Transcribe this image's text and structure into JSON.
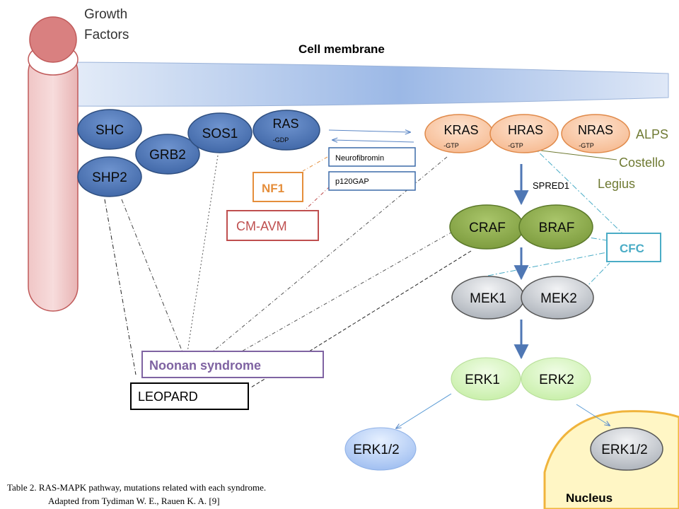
{
  "receptor": {
    "line1": "Growth",
    "line2": "Factors"
  },
  "membrane_label": "Cell membrane",
  "adaptors": {
    "shc": "SHC",
    "shp2": "SHP2",
    "grb2": "GRB2",
    "sos1": "SOS1",
    "ras": "RAS",
    "ras_sub": "-GDP"
  },
  "gaps": {
    "neurofibromin": "Neurofibromin",
    "p120gap": "p120GAP"
  },
  "ras_isoforms": [
    {
      "name": "KRAS",
      "sub": "-GTP"
    },
    {
      "name": "HRAS",
      "sub": "-GTP"
    },
    {
      "name": "NRAS",
      "sub": "-GTP"
    }
  ],
  "spred": "SPRED1",
  "rafs": {
    "craf": "CRAF",
    "braf": "BRAF"
  },
  "meks": {
    "mek1": "MEK1",
    "mek2": "MEK2"
  },
  "erks": {
    "erk1": "ERK1",
    "erk2": "ERK2",
    "erk12_cyto": "ERK1/2",
    "erk12_nuc": "ERK1/2"
  },
  "nucleus": "Nucleus",
  "syndromes": {
    "nf1": "NF1",
    "cmavm": "CM-AVM",
    "noonan": "Noonan syndrome",
    "leopard": "LEOPARD",
    "cfc": "CFC",
    "alps": "ALPS",
    "costello": "Costello",
    "legius": "Legius"
  },
  "caption": {
    "line1": "Table 2. RAS-MAPK pathway, mutations related with each syndrome.",
    "line2": "Adapted from  Tydiman W. E., Rauen K. A. [9]"
  },
  "colors": {
    "blue_node": "#4f77b4",
    "orange_node": "#f7c8a8",
    "green_node": "#8fae4f",
    "grey_node": "#c9cdd2",
    "light_green_node": "#d9f5c2",
    "nf1": "#e58e3b",
    "cmavm": "#bf4f4f",
    "noonan": "#7f63a2",
    "cfc": "#4aacc6",
    "olive": "#6f7a33",
    "nucleus_fill": "#fff6c5",
    "nucleus_edge": "#f0b43c"
  }
}
